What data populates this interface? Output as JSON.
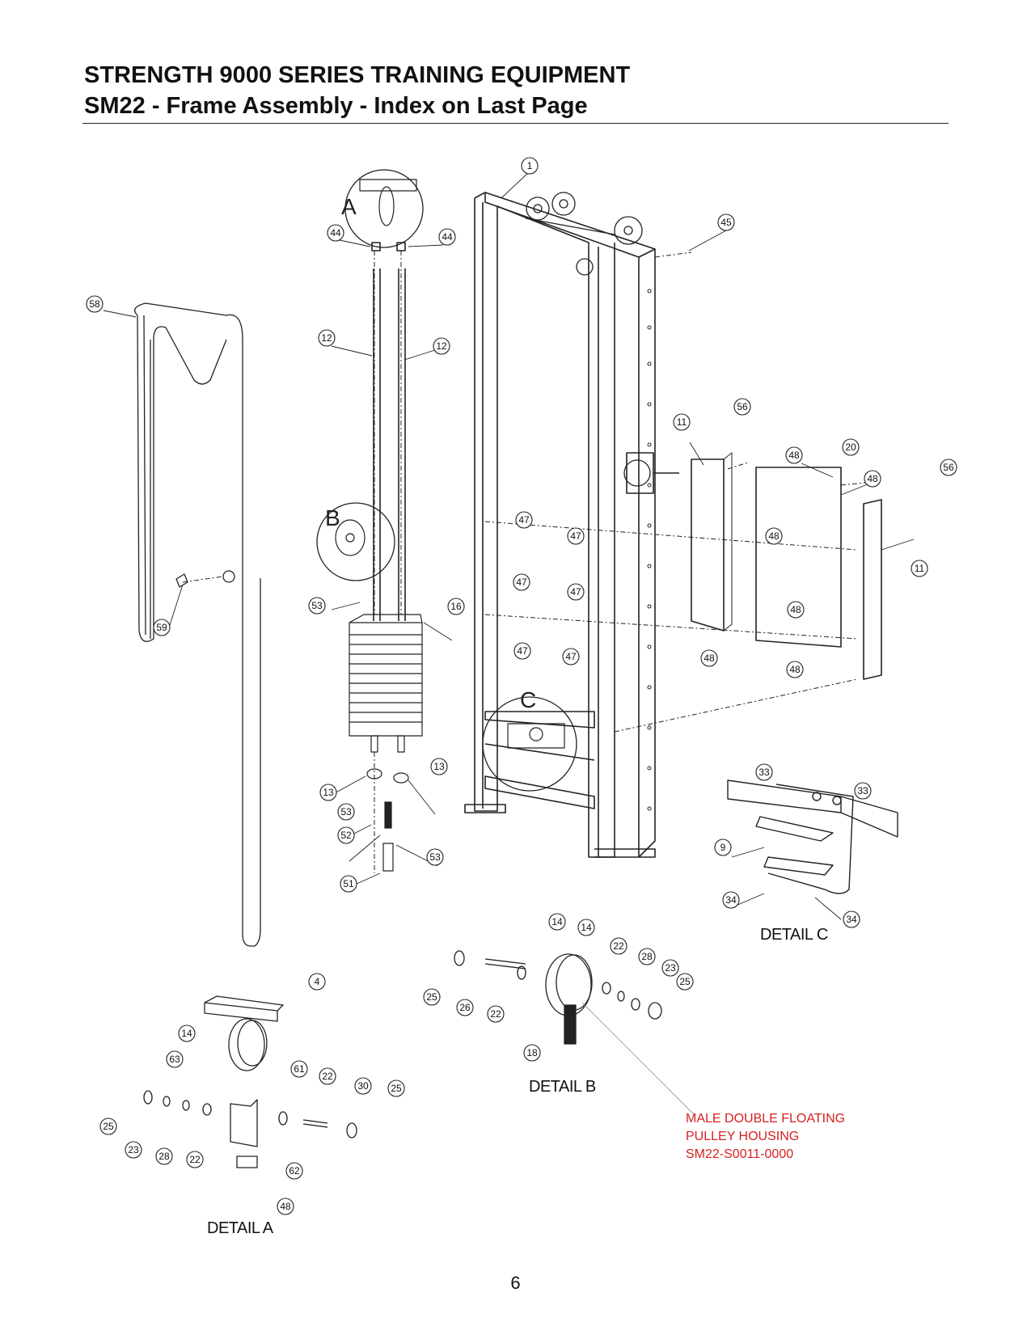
{
  "header": {
    "title_line1": "STRENGTH 9000 SERIES TRAINING EQUIPMENT",
    "title_line2": "SM22 - Frame Assembly -  Index on Last Page"
  },
  "details": {
    "a_letter": "A",
    "b_letter": "B",
    "c_letter": "C",
    "detail_a": "DETAIL A",
    "detail_b": "DETAIL B",
    "detail_c": "DETAIL C"
  },
  "callouts": [
    "1",
    "45",
    "44",
    "44",
    "58",
    "12",
    "12",
    "56",
    "11",
    "48",
    "20",
    "48",
    "56",
    "47",
    "47",
    "48",
    "47",
    "47",
    "11",
    "53",
    "16",
    "59",
    "48",
    "47",
    "47",
    "48",
    "48",
    "33",
    "33",
    "13",
    "13",
    "53",
    "52",
    "9",
    "53",
    "51",
    "34",
    "34",
    "14",
    "14",
    "22",
    "28",
    "23",
    "25",
    "25",
    "26",
    "22",
    "18",
    "4",
    "14",
    "63",
    "61",
    "22",
    "30",
    "25",
    "25",
    "23",
    "28",
    "22",
    "62",
    "48"
  ],
  "red_note": {
    "line1": "MALE DOUBLE FLOATING",
    "line2": "PULLEY HOUSING",
    "line3": "SM22-S0011-0000"
  },
  "colors": {
    "note": "#d62020",
    "ink": "#222222"
  },
  "page_number": "6"
}
